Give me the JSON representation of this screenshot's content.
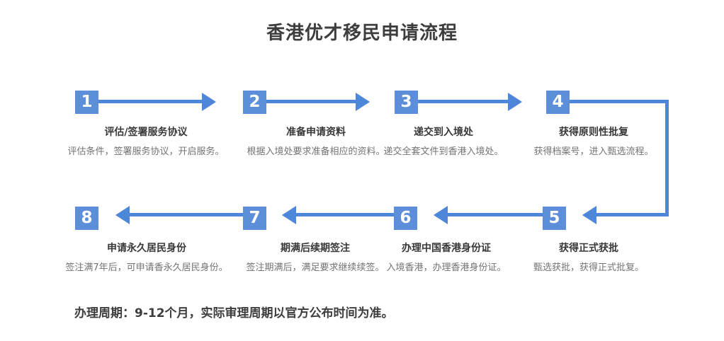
{
  "header": {
    "title": "香港优才移民申请流程"
  },
  "steps": [
    {
      "num": "1",
      "title": "评估/签署服务协议",
      "desc": "评估条件，签署服务协议，开启服务。"
    },
    {
      "num": "2",
      "title": "准备申请资料",
      "desc": "根据入境处要求准备相应的资料。"
    },
    {
      "num": "3",
      "title": "递交到入境处",
      "desc": "递交全套文件到香港入境处。"
    },
    {
      "num": "4",
      "title": "获得原则性批复",
      "desc": "获得档案号，进入甄选流程。"
    },
    {
      "num": "5",
      "title": "获得正式获批",
      "desc": "甄选获批，获得正式批复。"
    },
    {
      "num": "6",
      "title": "办理中国香港身份证",
      "desc": "入境香港，办理香港身份证。"
    },
    {
      "num": "7",
      "title": "期满后续期签注",
      "desc": "签注期满后，满足要求继续续签。"
    },
    {
      "num": "8",
      "title": "申请永久居民身份",
      "desc": "签注满7年后，可申请香永久居民身份。"
    }
  ],
  "footer": {
    "note": "办理周期：9-12个月，实际审理周期以官方公布时间为准。"
  },
  "colors": {
    "square_blue": "#5D8ED9",
    "arrow_blue": "#4E86D9",
    "title_dark": "#3D3D3D",
    "step_title_dark": "#383838",
    "desc_gray": "#737373"
  }
}
